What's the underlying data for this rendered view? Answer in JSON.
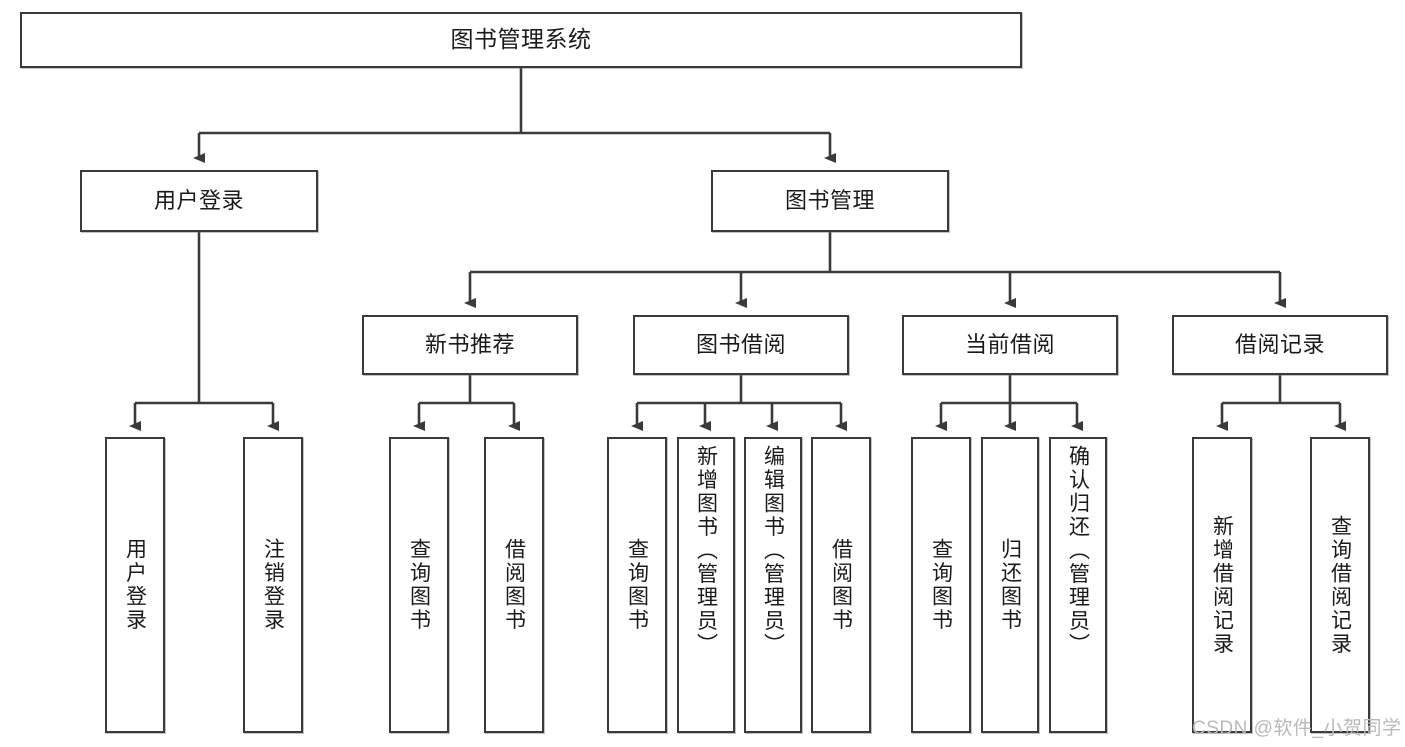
{
  "diagram": {
    "type": "tree-hierarchy",
    "title": "图书管理系统",
    "watermark": "CSDN @软件_小贺同学",
    "colors": {
      "stroke": "#3a3a3a",
      "fill": "#ffffff",
      "text": "#1a1a1a",
      "watermark": "#b9b9b9"
    },
    "root": {
      "label": "图书管理系统"
    },
    "level2": [
      {
        "label": "用户登录"
      },
      {
        "label": "图书管理"
      }
    ],
    "level3": [
      {
        "label": "新书推荐"
      },
      {
        "label": "图书借阅"
      },
      {
        "label": "当前借阅"
      },
      {
        "label": "借阅记录"
      }
    ],
    "leaves": {
      "user_login": [
        {
          "label": "用户登录"
        },
        {
          "label": "注销登录"
        }
      ],
      "new_book_recommend": [
        {
          "label": "查询图书"
        },
        {
          "label": "借阅图书"
        }
      ],
      "book_borrow": [
        {
          "label": "查询图书"
        },
        {
          "label": "新增图书（管理员）"
        },
        {
          "label": "编辑图书（管理员）"
        },
        {
          "label": "借阅图书"
        }
      ],
      "current_borrow": [
        {
          "label": "查询图书"
        },
        {
          "label": "归还图书"
        },
        {
          "label": "确认归还（管理员）"
        }
      ],
      "borrow_record": [
        {
          "label": "新增借阅记录"
        },
        {
          "label": "查询借阅记录"
        }
      ]
    }
  }
}
